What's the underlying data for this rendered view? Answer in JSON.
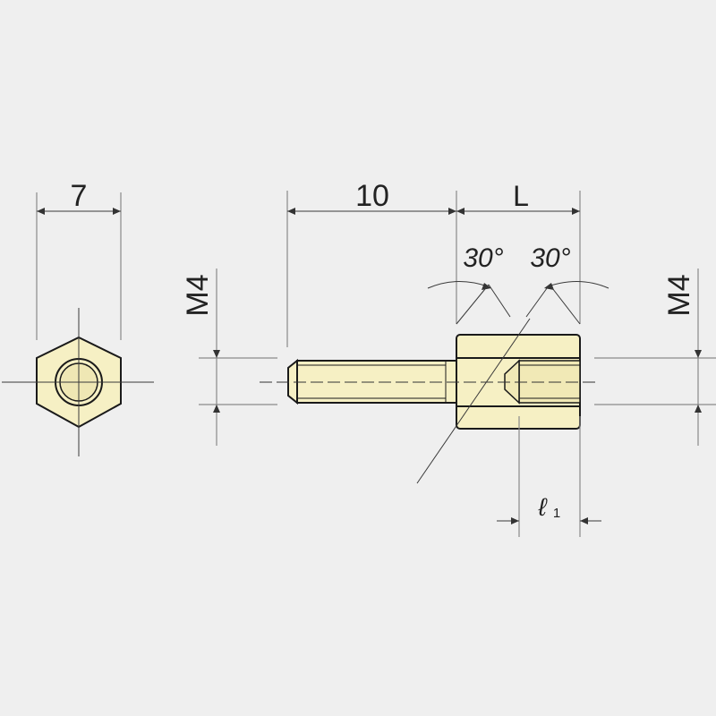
{
  "colors": {
    "background": "#efefef",
    "part_fill": "#f6f0c4",
    "outline": "#1a1a1a",
    "dimension_line": "#3a3a3a"
  },
  "labels": {
    "hex_width": "7",
    "thread_length": "10",
    "body_length": "L",
    "thread_left": "M4",
    "thread_right": "M4",
    "angle_left": "30°",
    "angle_right": "30°",
    "tap_depth": "ℓ",
    "tap_depth_subscript": "1"
  }
}
